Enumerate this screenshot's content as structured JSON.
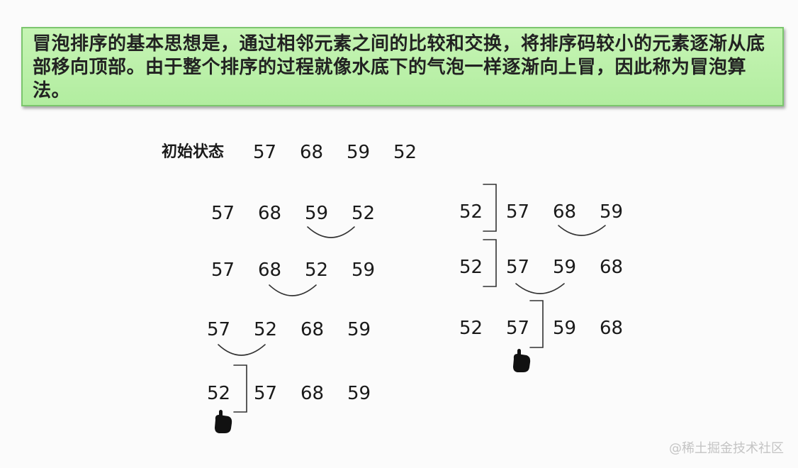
{
  "description": {
    "text": "冒泡排序的基本思想是，通过相邻元素之间的比较和交换，将排序码较小的元素逐渐从底部移向顶部。由于整个排序的过程就像水底下的气泡一样逐渐向上冒，因此称为冒泡算法。"
  },
  "initial": {
    "label": "初始状态",
    "values": [
      "57",
      "68",
      "59",
      "52"
    ]
  },
  "pass1": [
    {
      "values": [
        "57",
        "68",
        "59",
        "52"
      ]
    },
    {
      "values": [
        "57",
        "68",
        "52",
        "59"
      ]
    },
    {
      "values": [
        "57",
        "52",
        "68",
        "59"
      ]
    },
    {
      "values": [
        "52",
        "57",
        "68",
        "59"
      ]
    }
  ],
  "pass2": [
    {
      "values": [
        "52",
        "57",
        "68",
        "59"
      ]
    },
    {
      "values": [
        "52",
        "57",
        "59",
        "68"
      ]
    },
    {
      "values": [
        "52",
        "57",
        "59",
        "68"
      ]
    }
  ],
  "icons": [
    "pointing-hand-icon"
  ],
  "watermark": "@稀土掘金技术社区"
}
